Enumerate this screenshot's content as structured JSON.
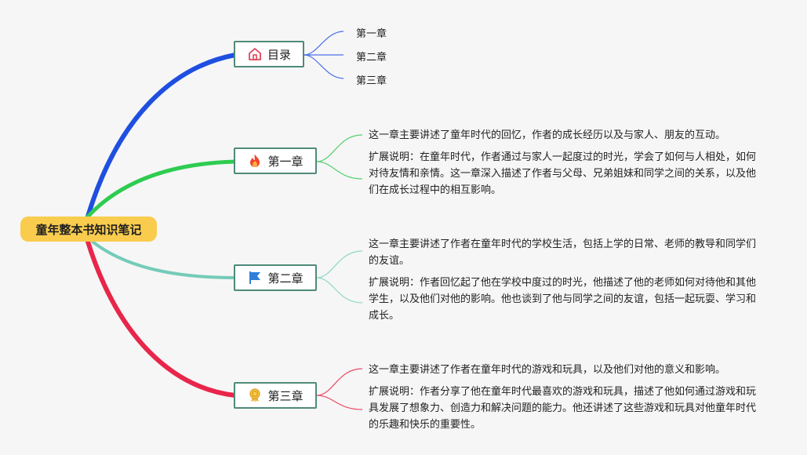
{
  "root": {
    "label": "童年整本书知识笔记"
  },
  "colors": {
    "root_bg": "#f9cc4e",
    "branch_toc": "#1f4fe0",
    "branch_ch1": "#2ecc50",
    "branch_ch2": "#74cbb8",
    "branch_ch3": "#e8264a",
    "node_border": "#4f8a7a"
  },
  "branches": [
    {
      "label": "目录",
      "icon": "home-icon",
      "children": [
        "第一章",
        "第二章",
        "第三章"
      ]
    },
    {
      "label": "第一章",
      "icon": "fire-icon",
      "summary": "这一章主要讲述了童年时代的回忆，作者的成长经历以及与家人、朋友的互动。",
      "detail": "扩展说明：在童年时代，作者通过与家人一起度过的时光，学会了如何与人相处，如何对待友情和亲情。这一章深入描述了作者与父母、兄弟姐妹和同学之间的关系，以及他们在成长过程中的相互影响。"
    },
    {
      "label": "第二章",
      "icon": "flag-icon",
      "summary": "这一章主要讲述了作者在童年时代的学校生活，包括上学的日常、老师的教导和同学们的友谊。",
      "detail": "扩展说明：作者回忆起了他在学校中度过的时光，他描述了他的老师如何对待他和其他学生，以及他们对他的影响。他也谈到了他与同学之间的友谊，包括一起玩耍、学习和成长。"
    },
    {
      "label": "第三章",
      "icon": "medal-icon",
      "summary": "这一章主要讲述了作者在童年时代的游戏和玩具，以及他们对他的意义和影响。",
      "detail": "扩展说明：作者分享了他在童年时代最喜欢的游戏和玩具，描述了他如何通过游戏和玩具发展了想象力、创造力和解决问题的能力。他还讲述了这些游戏和玩具对他童年时代的乐趣和快乐的重要性。"
    }
  ]
}
